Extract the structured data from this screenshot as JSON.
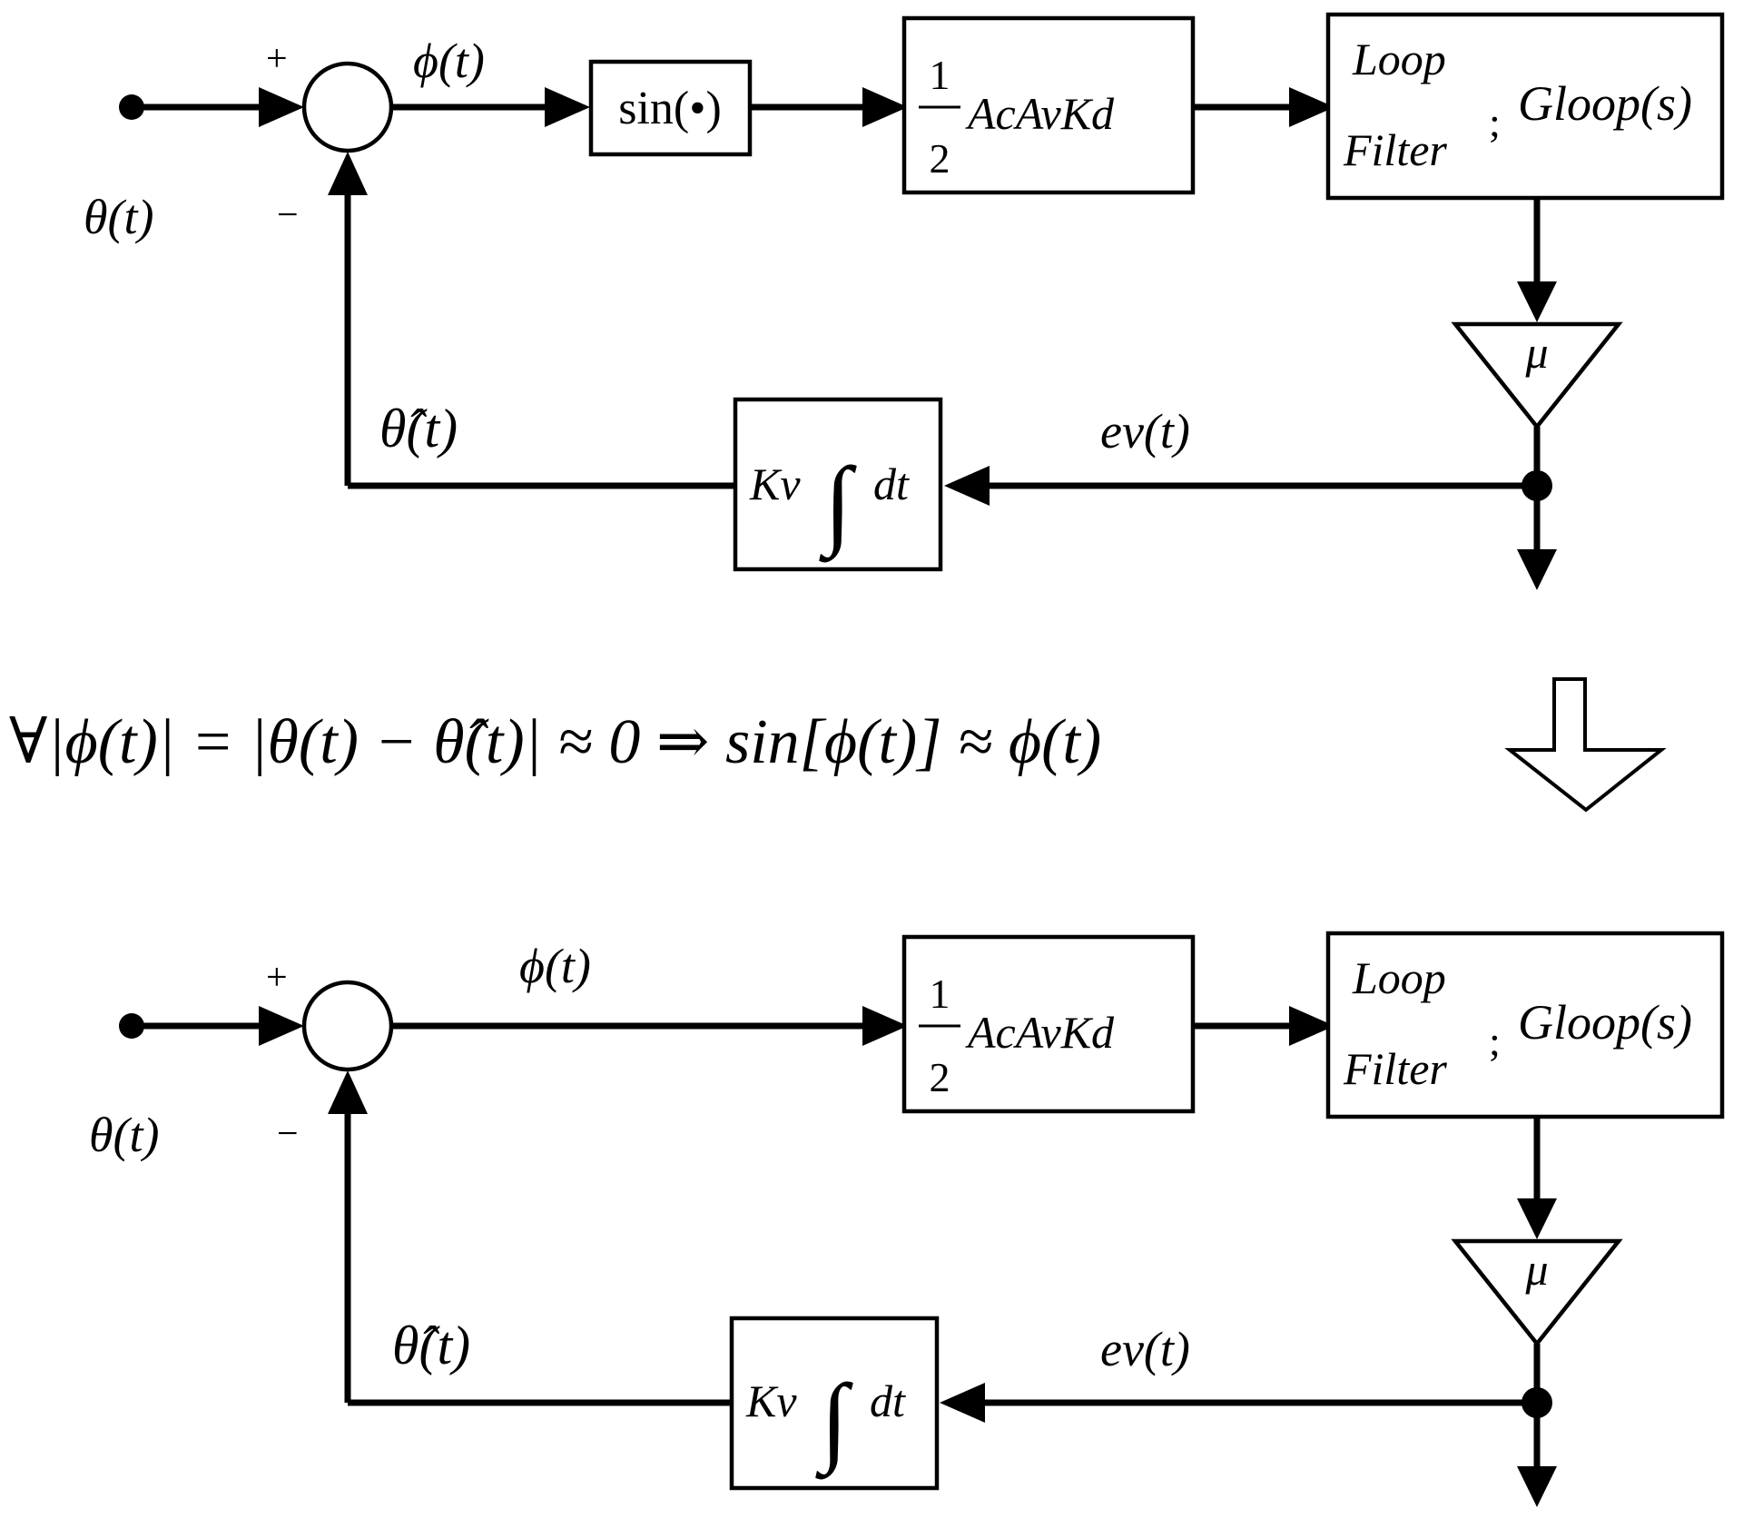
{
  "top": {
    "sign_plus": "+",
    "sign_minus": "−",
    "input_label": "θ(t)",
    "phi_label": "ϕ(t)",
    "sin_block": "sin(•)",
    "gain_block": {
      "num": "1",
      "den": "2",
      "text": "AcAvKd"
    },
    "loop_filter": {
      "line1": "Loop",
      "line2": "Filter",
      "sep": ";",
      "func": "Gloop(s)"
    },
    "mu": "μ",
    "integrator": {
      "k": "Kv",
      "integral": "∫",
      "dt": "dt"
    },
    "theta_hat_label": "θ̂(t)",
    "ev_label": "ev(t)"
  },
  "condition": "∀|ϕ(t)| = |θ(t) − θ̂(t)| ≈ 0 ⇒ sin[ϕ(t)] ≈ ϕ(t)",
  "bottom": {
    "sign_plus": "+",
    "sign_minus": "−",
    "input_label": "θ(t)",
    "phi_label": "ϕ(t)",
    "gain_block": {
      "num": "1",
      "den": "2",
      "text": "AcAvKd"
    },
    "loop_filter": {
      "line1": "Loop",
      "line2": "Filter",
      "sep": ";",
      "func": "Gloop(s)"
    },
    "mu": "μ",
    "integrator": {
      "k": "Kv",
      "integral": "∫",
      "dt": "dt"
    },
    "theta_hat_label": "θ̂(t)",
    "ev_label": "ev(t)"
  }
}
